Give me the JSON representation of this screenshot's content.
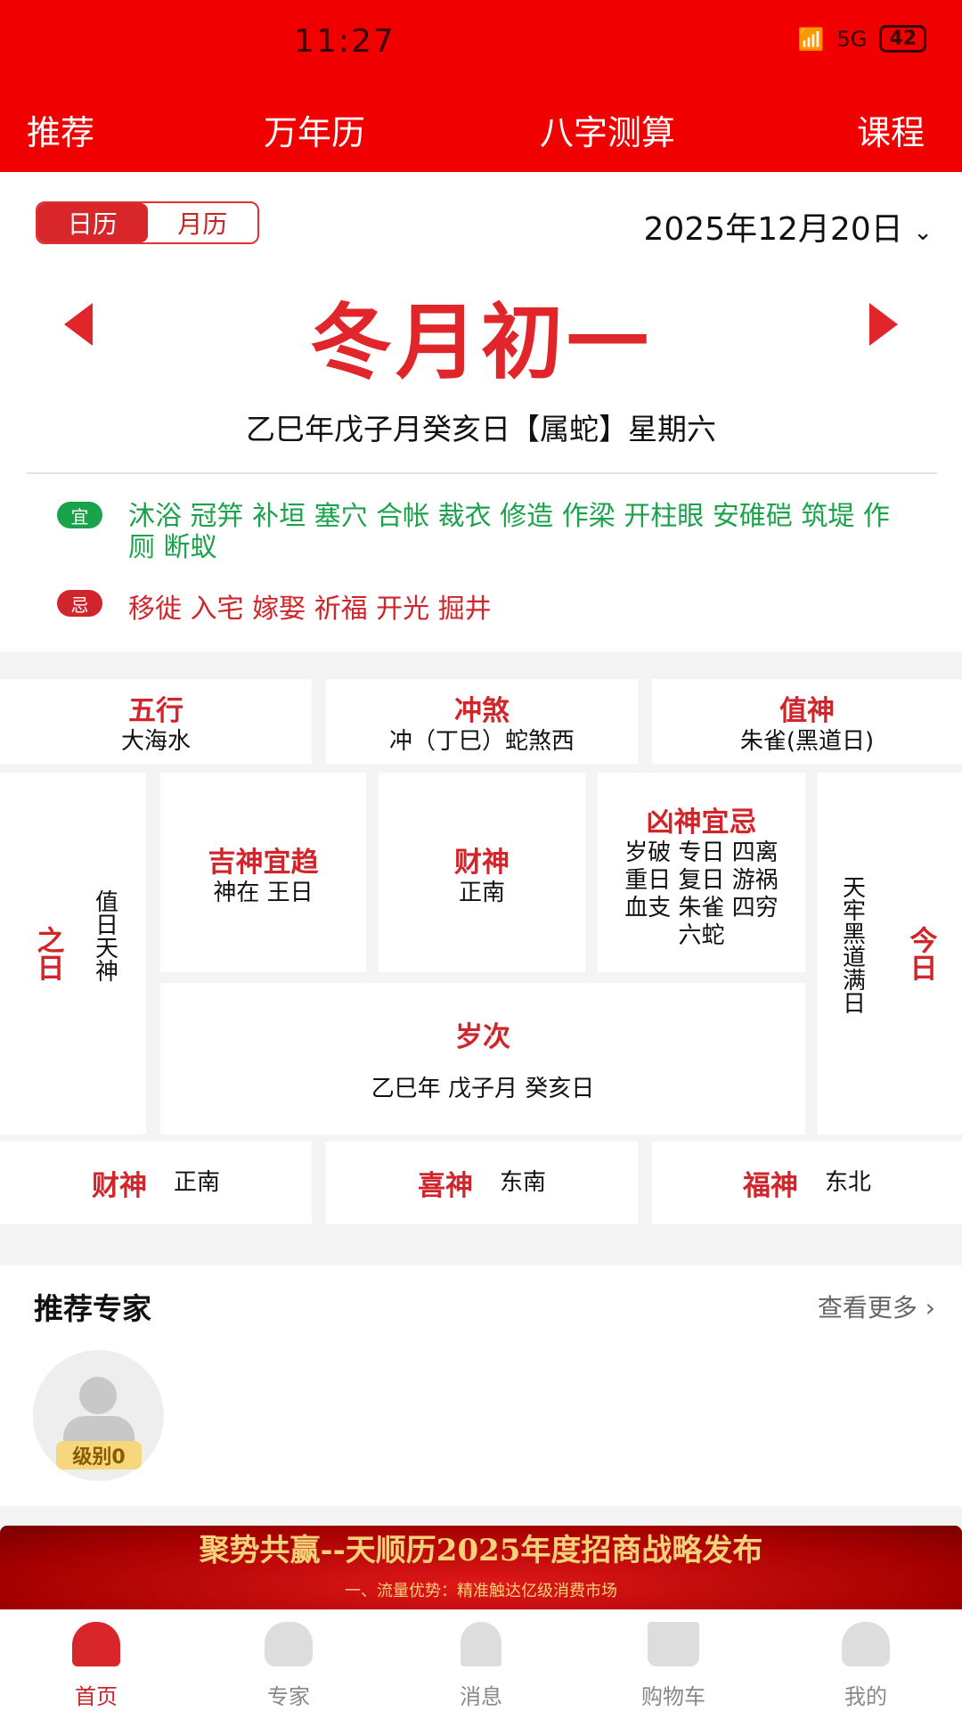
{
  "status": {
    "time": "11:27",
    "battery": "42",
    "signal": "5G"
  },
  "nav": [
    "推荐",
    "万年历",
    "八字测算",
    "课程"
  ],
  "toggle": {
    "day": "日历",
    "month": "月历"
  },
  "date": "2025年12月20日",
  "lunar": "冬月初一",
  "ganzhi": "乙巳年戊子月癸亥日【属蛇】星期六",
  "yi": {
    "badge": "宜",
    "text": "沐浴 冠笄 补垣 塞穴 合帐 裁衣 修造 作梁 开柱眼 安碓硙 筑堤 作厕 断蚁"
  },
  "ji": {
    "badge": "忌",
    "text": "移徙 入宅 嫁娶 祈福 开光 掘井"
  },
  "row1": [
    {
      "title": "五行",
      "value": "大海水"
    },
    {
      "title": "冲煞",
      "value": "冲（丁巳）蛇煞西"
    },
    {
      "title": "值神",
      "value": "朱雀(黑道日)"
    }
  ],
  "grid": {
    "left_title": "之日",
    "left_value": "值日天神",
    "jishen": {
      "title": "吉神宜趋",
      "value": "神在 王日"
    },
    "caishen": {
      "title": "财神",
      "value": "正南"
    },
    "xiongshen": {
      "title": "凶神宜忌",
      "lines": [
        "岁破 专日 四离",
        "重日 复日 游祸",
        "血支 朱雀 四穷",
        "六蛇"
      ]
    },
    "suici": {
      "title": "岁次",
      "value": "乙巳年 戊子月 癸亥日"
    },
    "right_title": "今日",
    "right_value": "天牢黑道满日"
  },
  "row3": [
    {
      "title": "财神",
      "value": "正南"
    },
    {
      "title": "喜神",
      "value": "东南"
    },
    {
      "title": "福神",
      "value": "东北"
    }
  ],
  "experts": {
    "title": "推荐专家",
    "more": "查看更多",
    "level": "级别0"
  },
  "banner": {
    "title": "聚势共赢--天顺历2025年度招商战略发布",
    "sub": "一、流量优势：精准触达亿级消费市场"
  },
  "bottom_nav": [
    {
      "label": "首页",
      "icon": "home-icon",
      "active": true
    },
    {
      "label": "专家",
      "icon": "expert-icon"
    },
    {
      "label": "消息",
      "icon": "bell-icon"
    },
    {
      "label": "购物车",
      "icon": "cart-icon"
    },
    {
      "label": "我的",
      "icon": "user-icon"
    }
  ],
  "colors": {
    "brand": "#f00000",
    "accent": "#d0262b",
    "good": "#1aa34a"
  }
}
